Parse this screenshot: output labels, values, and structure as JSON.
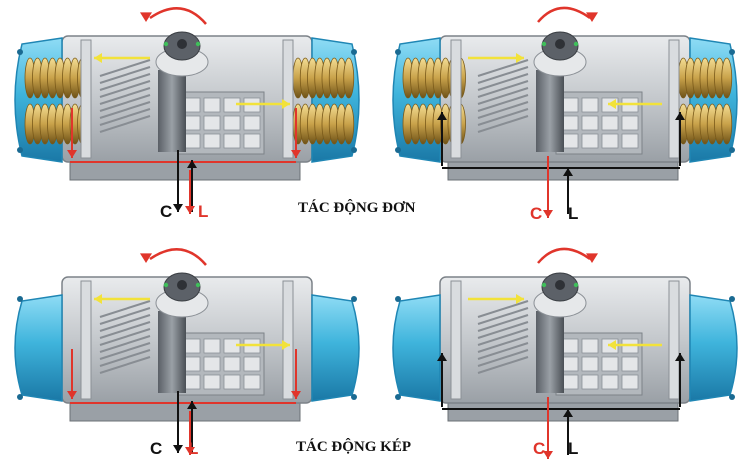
{
  "captions": {
    "single_acting": "TÁC ĐỘNG ĐƠN",
    "double_acting": "TÁC ĐỘNG KÉP"
  },
  "port_labels": {
    "c": "C",
    "l": "L"
  },
  "colors": {
    "end_cap": "#3fb4dc",
    "end_cap_dark": "#1f86b4",
    "cylinder_body": "#c7cbcf",
    "spring": "#c9a24a",
    "rotation_arrow": "#e0352b",
    "air_path": "#e0352b",
    "flow_arrow": "#f2e23a",
    "exhaust_arrow": "#111111"
  },
  "panels": [
    {
      "name": "single-acting-counterclockwise",
      "type": "spring",
      "rotation": "counterclockwise"
    },
    {
      "name": "single-acting-clockwise",
      "type": "spring",
      "rotation": "clockwise"
    },
    {
      "name": "double-acting-counterclockwise",
      "type": "double",
      "rotation": "counterclockwise"
    },
    {
      "name": "double-acting-clockwise",
      "type": "double",
      "rotation": "clockwise"
    }
  ]
}
